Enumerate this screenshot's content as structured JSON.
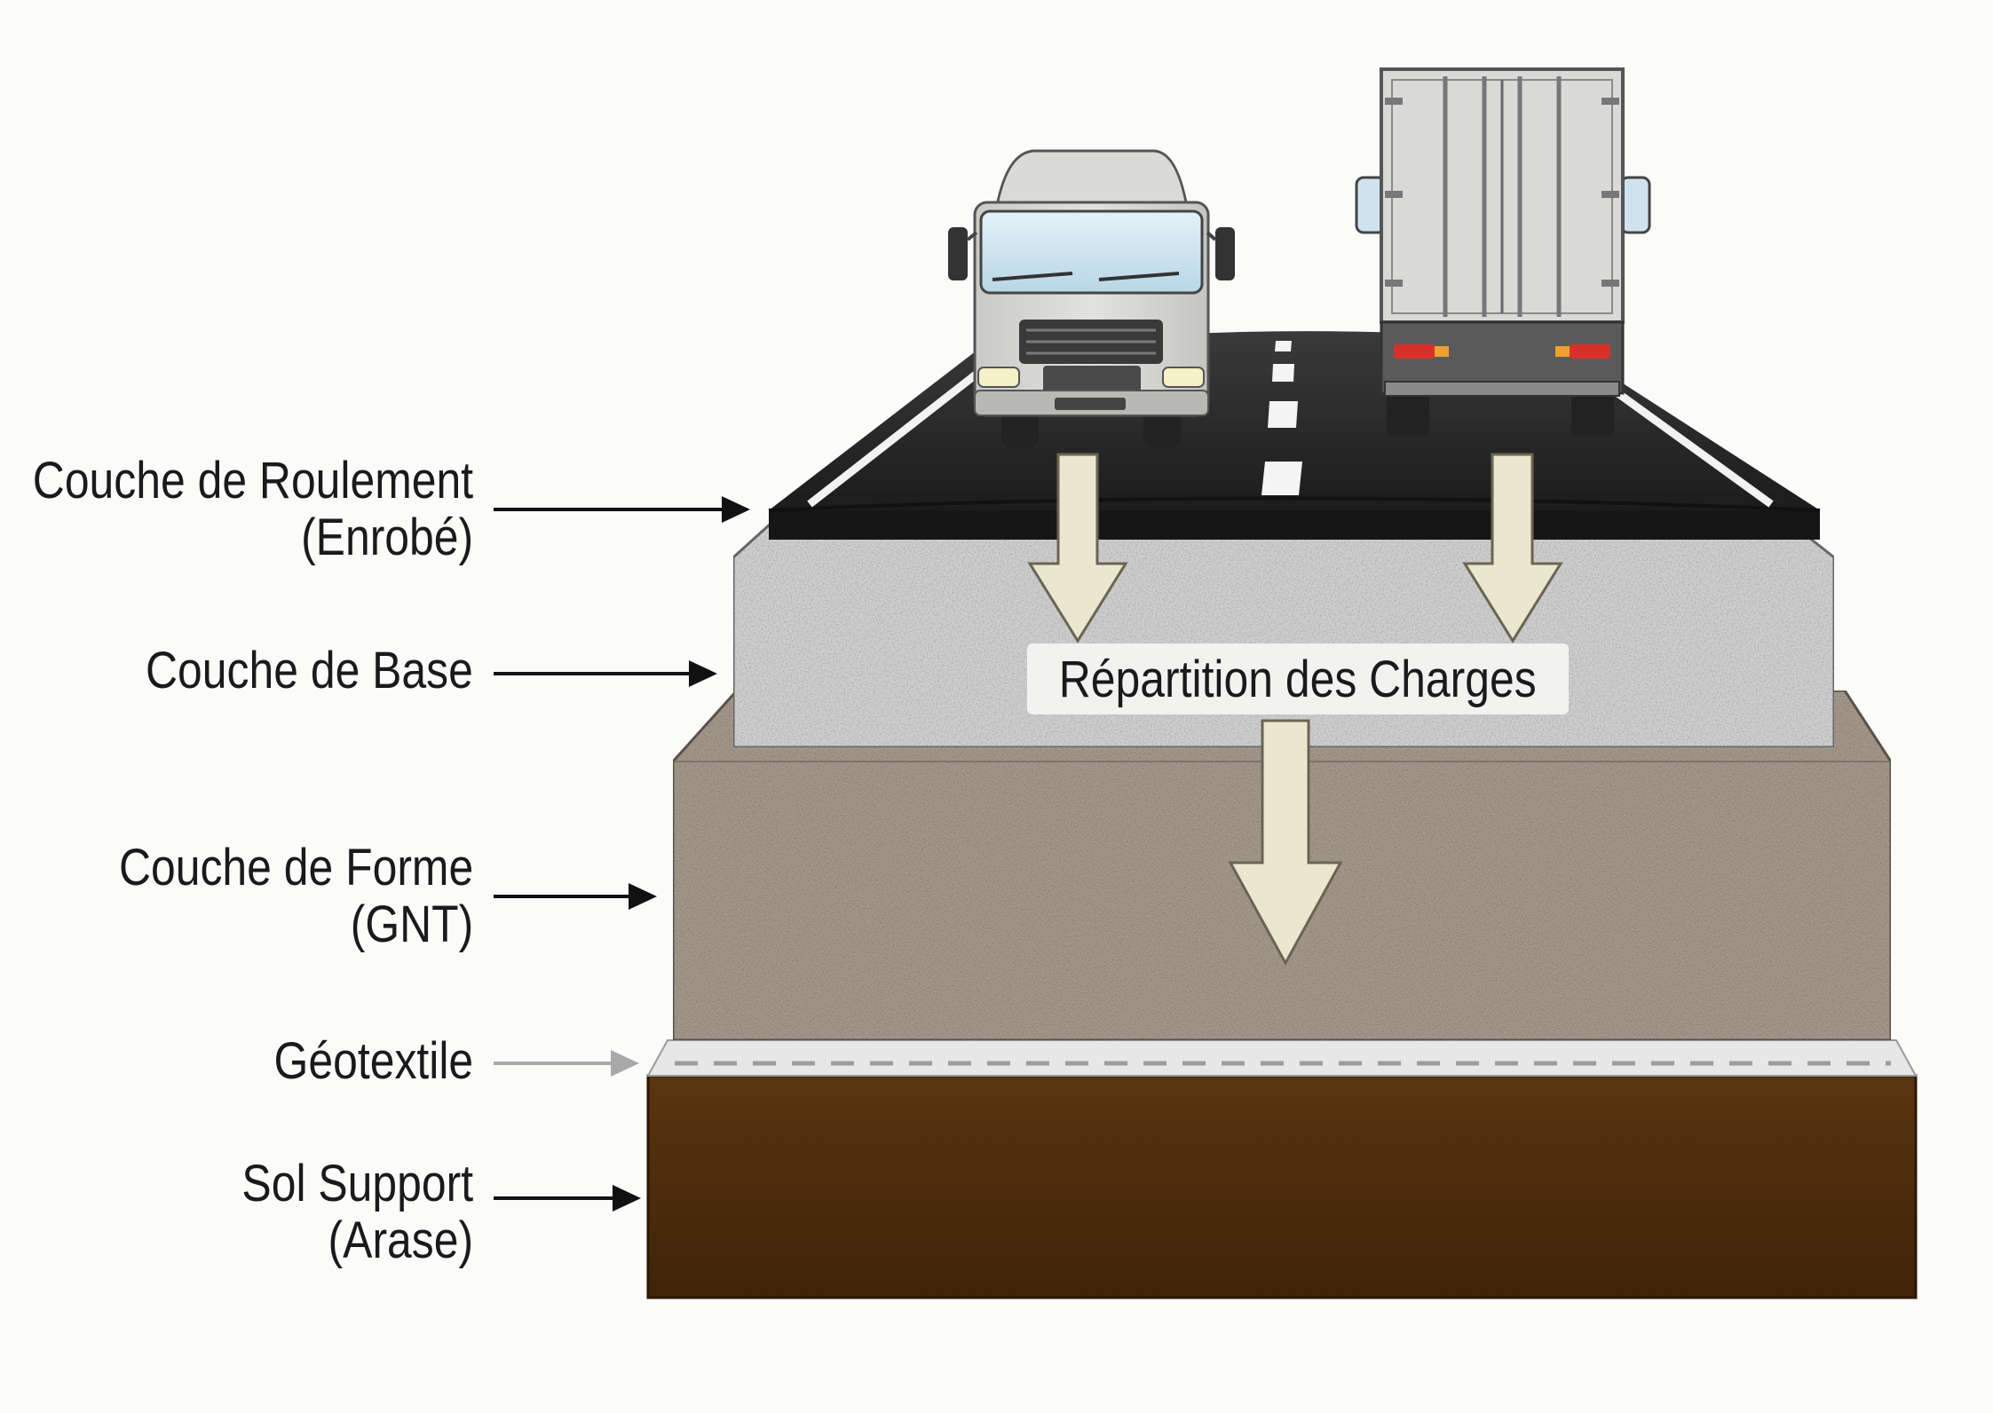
{
  "labels": {
    "roulement": [
      "Couche de Roulement",
      "(Enrobé)"
    ],
    "base": "Couche de Base",
    "forme": [
      "Couche de Forme",
      "(GNT)"
    ],
    "geotextile": "Géotextile",
    "sol": [
      "Sol Support",
      "(Arase)"
    ]
  },
  "load_label": "Répartition des Charges",
  "colors": {
    "asphalt": "#262626",
    "base_aggregate": "#cfcfcf",
    "forme_gnt": "#a69a8e",
    "geotextile": "#e6e6e6",
    "sol_support": "#4a2a0c",
    "arrow_fill": "#ebe6cf",
    "label_arrow": "#111111",
    "geotextile_arrow": "#a8a8a8"
  },
  "icons": [
    "truck-front-icon",
    "truck-rear-icon",
    "load-arrow-icon"
  ]
}
